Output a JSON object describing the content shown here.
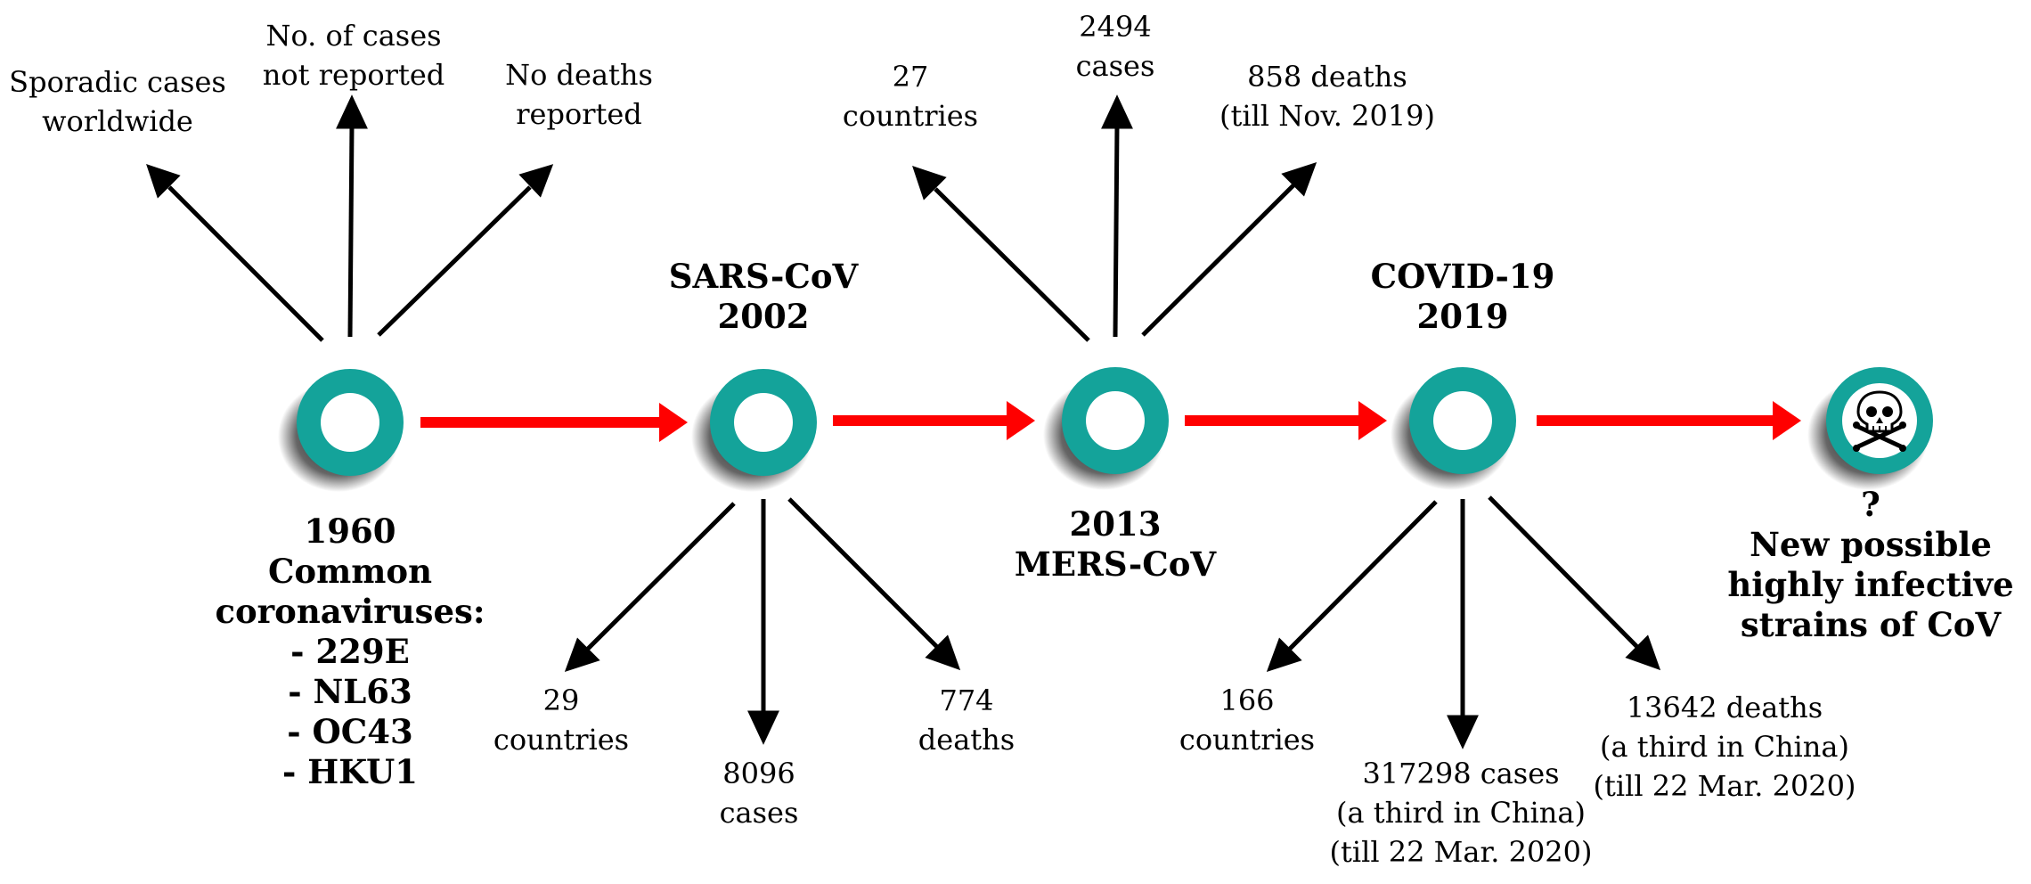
{
  "colors": {
    "node_ring": "#14a39a",
    "node_center": "#ffffff",
    "timeline_arrow": "#ff0000",
    "branch_arrow": "#000000",
    "shadow": "#1a1a1a"
  },
  "icons": {
    "final_node": "skull-crossbones-icon"
  },
  "nodes": [
    {
      "label_lines": [
        "1960",
        "Common",
        "coronaviruses:",
        "- 229E",
        "- NL63",
        "- OC43",
        "- HKU1"
      ],
      "branches": [
        {
          "lines": [
            "Sporadic cases",
            "worldwide"
          ]
        },
        {
          "lines": [
            "No. of cases",
            "not reported"
          ]
        },
        {
          "lines": [
            "No deaths",
            "reported"
          ]
        }
      ]
    },
    {
      "label_lines": [
        "SARS-CoV",
        "2002"
      ],
      "branches": [
        {
          "lines": [
            "29",
            "countries"
          ]
        },
        {
          "lines": [
            "8096",
            "cases"
          ]
        },
        {
          "lines": [
            "774",
            "deaths"
          ]
        }
      ]
    },
    {
      "label_lines": [
        "2013",
        "MERS-CoV"
      ],
      "branches": [
        {
          "lines": [
            "27",
            "countries"
          ]
        },
        {
          "lines": [
            "2494",
            "cases"
          ]
        },
        {
          "lines": [
            "858 deaths",
            "(till Nov. 2019)"
          ]
        }
      ]
    },
    {
      "label_lines": [
        "COVID-19",
        "2019"
      ],
      "branches": [
        {
          "lines": [
            "166",
            "countries"
          ]
        },
        {
          "lines": [
            "317298 cases",
            "(a third in China)",
            "(till 22 Mar. 2020)"
          ]
        },
        {
          "lines": [
            "13642 deaths",
            "(a third in China)",
            "(till 22 Mar. 2020)"
          ]
        }
      ]
    },
    {
      "label_lines": [
        "?",
        "New possible",
        "highly infective",
        "strains of CoV"
      ],
      "branches": []
    }
  ]
}
